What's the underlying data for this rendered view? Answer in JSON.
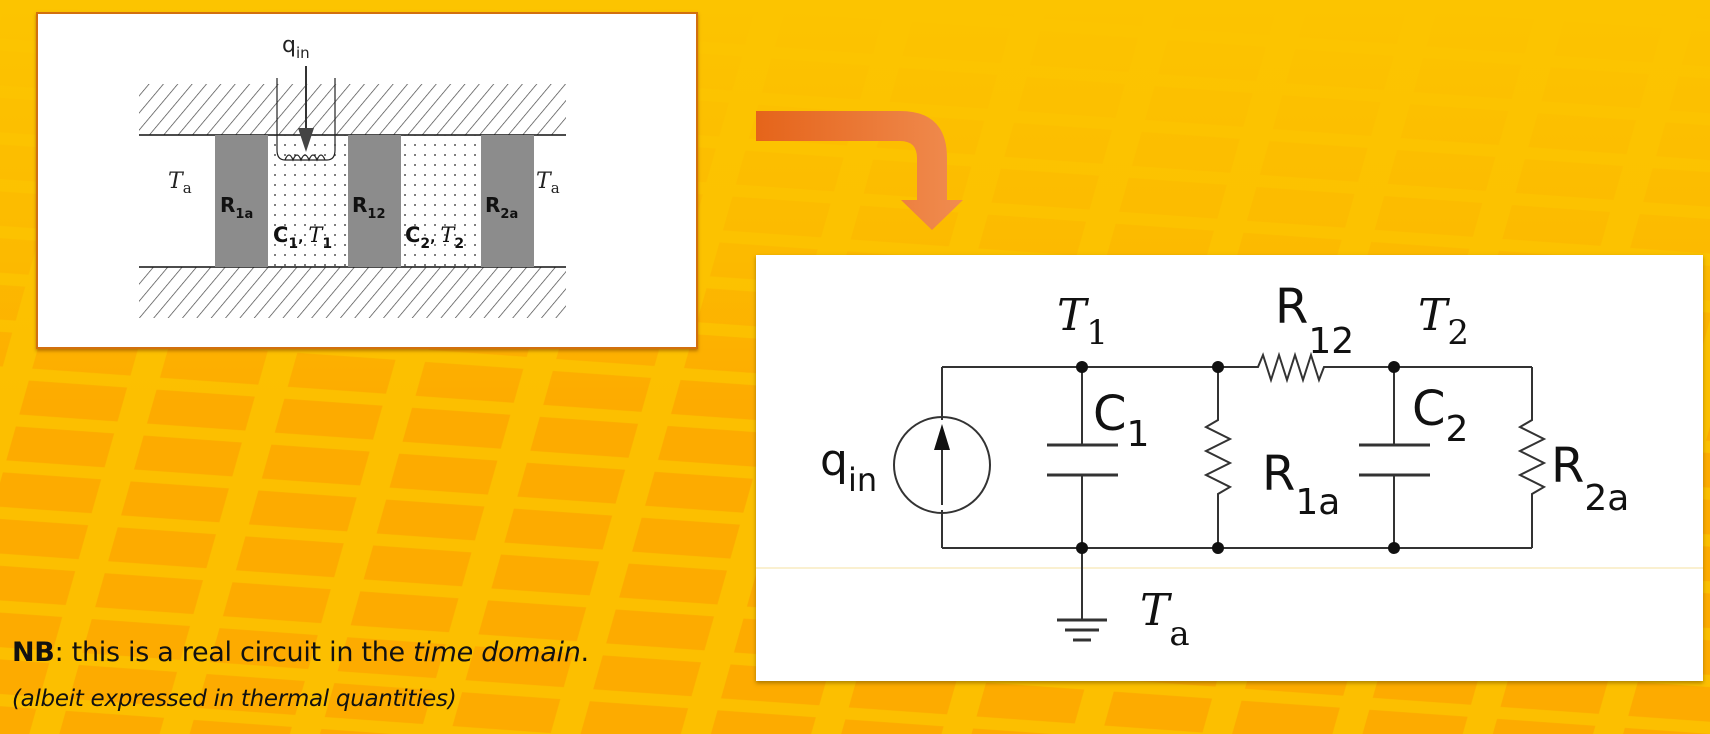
{
  "colors": {
    "background": "#fcc400",
    "background_tile": "#fdab00",
    "arrow_start": "#e5641a",
    "arrow_end": "#f08c50",
    "panel_border": "#d2700e",
    "block_gray": "#8c8c8c"
  },
  "physical_diagram": {
    "heat_input_label": "q",
    "heat_input_sub": "in",
    "ambient_left": {
      "main": "T",
      "sub": "a"
    },
    "ambient_right": {
      "main": "T",
      "sub": "a"
    },
    "blocks": [
      {
        "type": "resistor",
        "main": "R",
        "sub": "1a"
      },
      {
        "type": "capacitor",
        "main": "C",
        "sub": "1",
        "temp_main": "T",
        "temp_sub": "1"
      },
      {
        "type": "resistor",
        "main": "R",
        "sub": "12"
      },
      {
        "type": "capacitor",
        "main": "C",
        "sub": "2",
        "temp_main": "T",
        "temp_sub": "2"
      },
      {
        "type": "resistor",
        "main": "R",
        "sub": "2a"
      }
    ]
  },
  "arrow": {
    "icon": "bent-arrow-down-icon"
  },
  "circuit_diagram": {
    "source": {
      "main": "q",
      "sub": "in"
    },
    "node_t1": {
      "main": "T",
      "sub": "1"
    },
    "node_t2": {
      "main": "T",
      "sub": "2"
    },
    "r12": {
      "main": "R",
      "sub": "12"
    },
    "c1": {
      "main": "C",
      "sub": "1"
    },
    "r1a": {
      "main": "R",
      "sub": "1a"
    },
    "c2": {
      "main": "C",
      "sub": "2"
    },
    "r2a": {
      "main": "R",
      "sub": "2a"
    },
    "ground": {
      "main": "T",
      "sub": "a"
    }
  },
  "note": {
    "bold": "NB",
    "text1": ": this is a real circuit in the ",
    "italic": "time domain",
    "text2": ".",
    "subtext": "(albeit expressed in thermal quantities)"
  }
}
